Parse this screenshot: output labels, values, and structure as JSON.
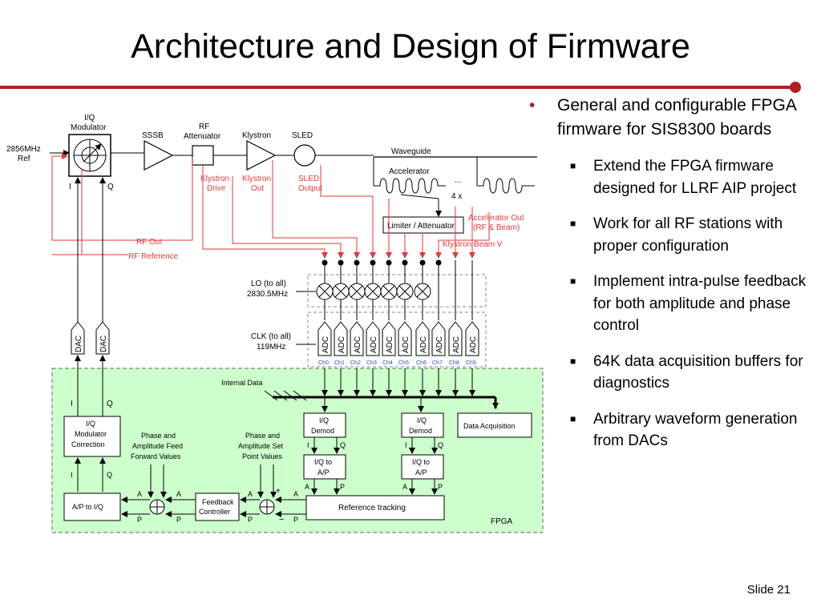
{
  "slide": {
    "title": "Architecture and Design of Firmware",
    "number": "Slide 21",
    "accent_color": "#b01e23"
  },
  "bullets": {
    "main": "General and configurable FPGA firmware for SIS8300 boards",
    "sub": [
      "Extend the FPGA firmware designed for LLRF AIP project",
      "Work for all RF stations with proper configuration",
      "Implement intra-pulse feedback for both amplitude and phase control",
      "64K data acquisition buffers for diagnostics",
      "Arbitrary waveform generation from DACs"
    ]
  },
  "diagram": {
    "fpga_color": "#ccffcc",
    "ref_in": [
      "2856MHz",
      "Ref"
    ],
    "iq_modulator": [
      "I/Q",
      "Modulator"
    ],
    "iq_mod_i": "I",
    "iq_mod_q": "Q",
    "sssb": "SSSB",
    "rf_attenuator": [
      "RF",
      "Attenuator"
    ],
    "klystron": "Klystron",
    "sled": "SLED",
    "waveguide": "Waveguide",
    "accelerator": "Accelerator",
    "accel_dots": "...",
    "accel_count": "4 x",
    "klystron_drive": [
      "Klystron",
      "Drive"
    ],
    "klystron_out": [
      "Klystron",
      "Out"
    ],
    "sled_output": [
      "SLED",
      "Output"
    ],
    "limiter": "Limiter / Attenuator",
    "accel_out": [
      "Accelerator Out",
      "(RF & Beam)"
    ],
    "klystron_beam": "Klystron Beam V",
    "rf_out": "RF Out",
    "rf_reference": "RF Reference",
    "lo": [
      "LO (to all)",
      "2830.5MHz"
    ],
    "clk": [
      "CLK (to all)",
      "119MHz"
    ],
    "dac": "DAC",
    "adc": "ADC",
    "channels": [
      "Ch0",
      "Ch1",
      "Ch2",
      "Ch3",
      "Ch4",
      "Ch5",
      "Ch6",
      "Ch7",
      "Ch8",
      "Ch9"
    ],
    "internal_data": "Internal Data",
    "iq_demod": [
      "I/Q",
      "Demod"
    ],
    "iq_to_ap": [
      "I/Q to",
      "A/P"
    ],
    "data_acquisition": "Data Acquisition",
    "iq_mod_correction": [
      "I/Q",
      "Modulator",
      "Correction"
    ],
    "phase_amp_ff": [
      "Phase and",
      "Amplitude Feed",
      "Forward Values"
    ],
    "phase_amp_sp": [
      "Phase and",
      "Amplitude Set",
      "Point Values"
    ],
    "ap_to_iq": "A/P to I/Q",
    "feedback_controller": [
      "Feedback",
      "Controller"
    ],
    "reference_tracking": "Reference tracking",
    "fpga": "FPGA",
    "sig_i": "I",
    "sig_q": "Q",
    "sig_a": "A",
    "sig_p": "P",
    "plus": "+",
    "minus": "−"
  }
}
